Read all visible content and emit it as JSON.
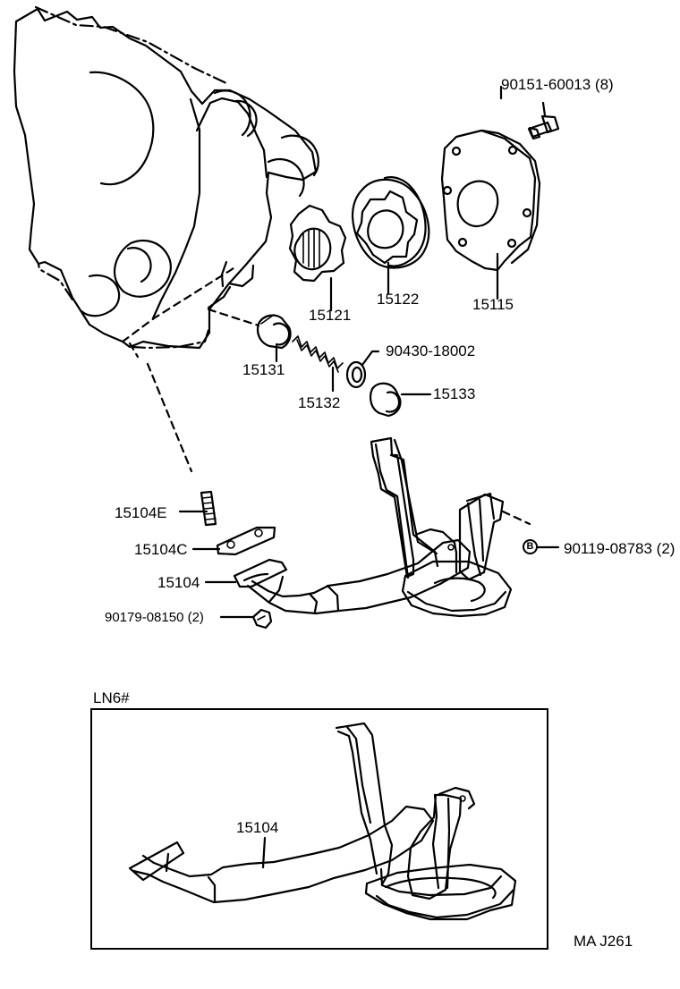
{
  "labels": {
    "bolt_8": "90151-60013 (8)",
    "cover": "15115",
    "driven_rotor": "15122",
    "drive_rotor": "15121",
    "gasket_washer": "90430-18002",
    "relief_valve": "15131",
    "relief_spring": "15132",
    "plug": "15133",
    "stud": "15104E",
    "gasket": "15104C",
    "strainer": "15104",
    "b_reference": "B",
    "nut_2": "90179-08150 (2)",
    "bolt_2": "90119-08783 (2)",
    "detail_title": "LN6#",
    "detail_strainer": "15104",
    "drawing_code": "MA J261"
  },
  "icons": {
    "main_assembly": "oil-pump-assembly",
    "detail_assembly": "oil-strainer-assembly",
    "reference_marker": "circled-b"
  },
  "colors": {
    "ink": "#000000",
    "paper": "#ffffff"
  }
}
